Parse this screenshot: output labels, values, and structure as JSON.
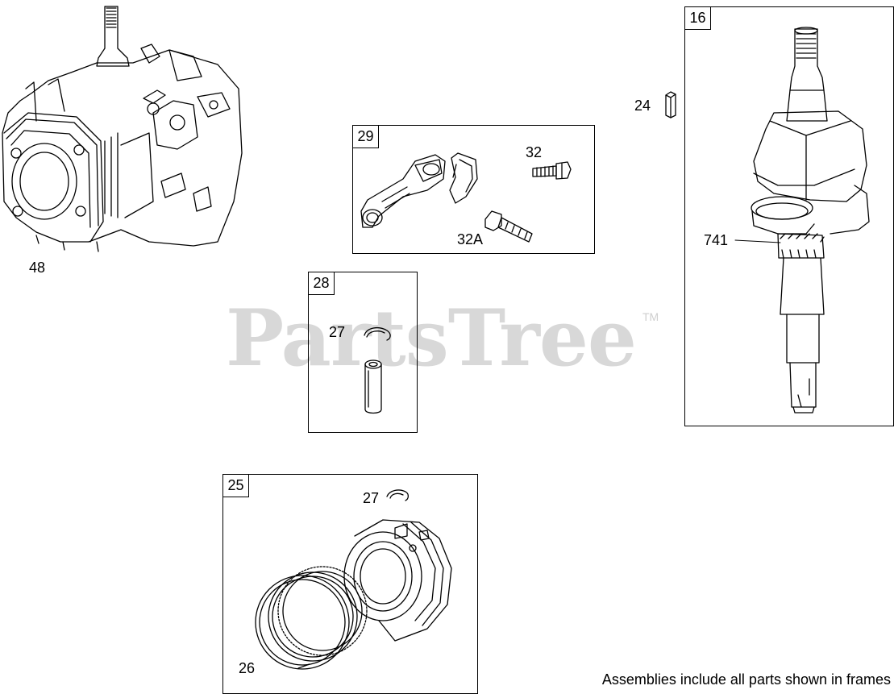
{
  "watermark": {
    "text": "PartsTree",
    "trademark": "TM"
  },
  "footnote": "Assemblies include all parts shown in frames",
  "frames": {
    "f16": {
      "label": "16"
    },
    "f29": {
      "label": "29"
    },
    "f28": {
      "label": "28"
    },
    "f25": {
      "label": "25"
    }
  },
  "callouts": {
    "c48": "48",
    "c24": "24",
    "c741": "741",
    "c32": "32",
    "c32a": "32A",
    "c27_pin": "27",
    "c27_piston": "27",
    "c26": "26"
  },
  "parts": {
    "p48": "cylinder-block-icon",
    "p24": "key-icon",
    "p16": "crankshaft-icon",
    "p741": "gear-icon",
    "p29": "connecting-rod-icon",
    "p32": "bolt-icon",
    "p32a": "bolt-icon",
    "p28": "piston-pin-icon",
    "p27": "retainer-clip-icon",
    "p25": "piston-icon",
    "p26": "piston-ring-set-icon"
  }
}
